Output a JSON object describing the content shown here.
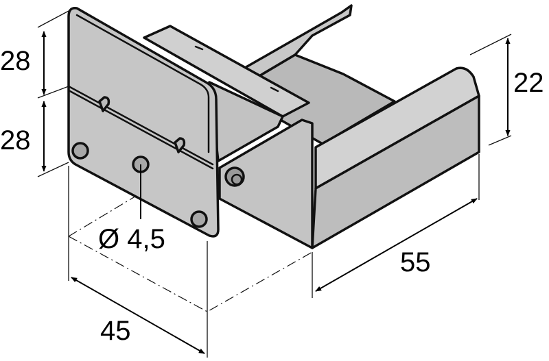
{
  "dimensions": {
    "height_upper": "28",
    "height_lower": "28",
    "height_right": "22",
    "depth": "55",
    "width": "45",
    "hole": "Ø 4,5"
  },
  "colors": {
    "part_fill": "#c6c6c6",
    "part_fill_dark": "#b4b4b4",
    "part_fill_light": "#d6d6d6",
    "line": "#111111"
  }
}
